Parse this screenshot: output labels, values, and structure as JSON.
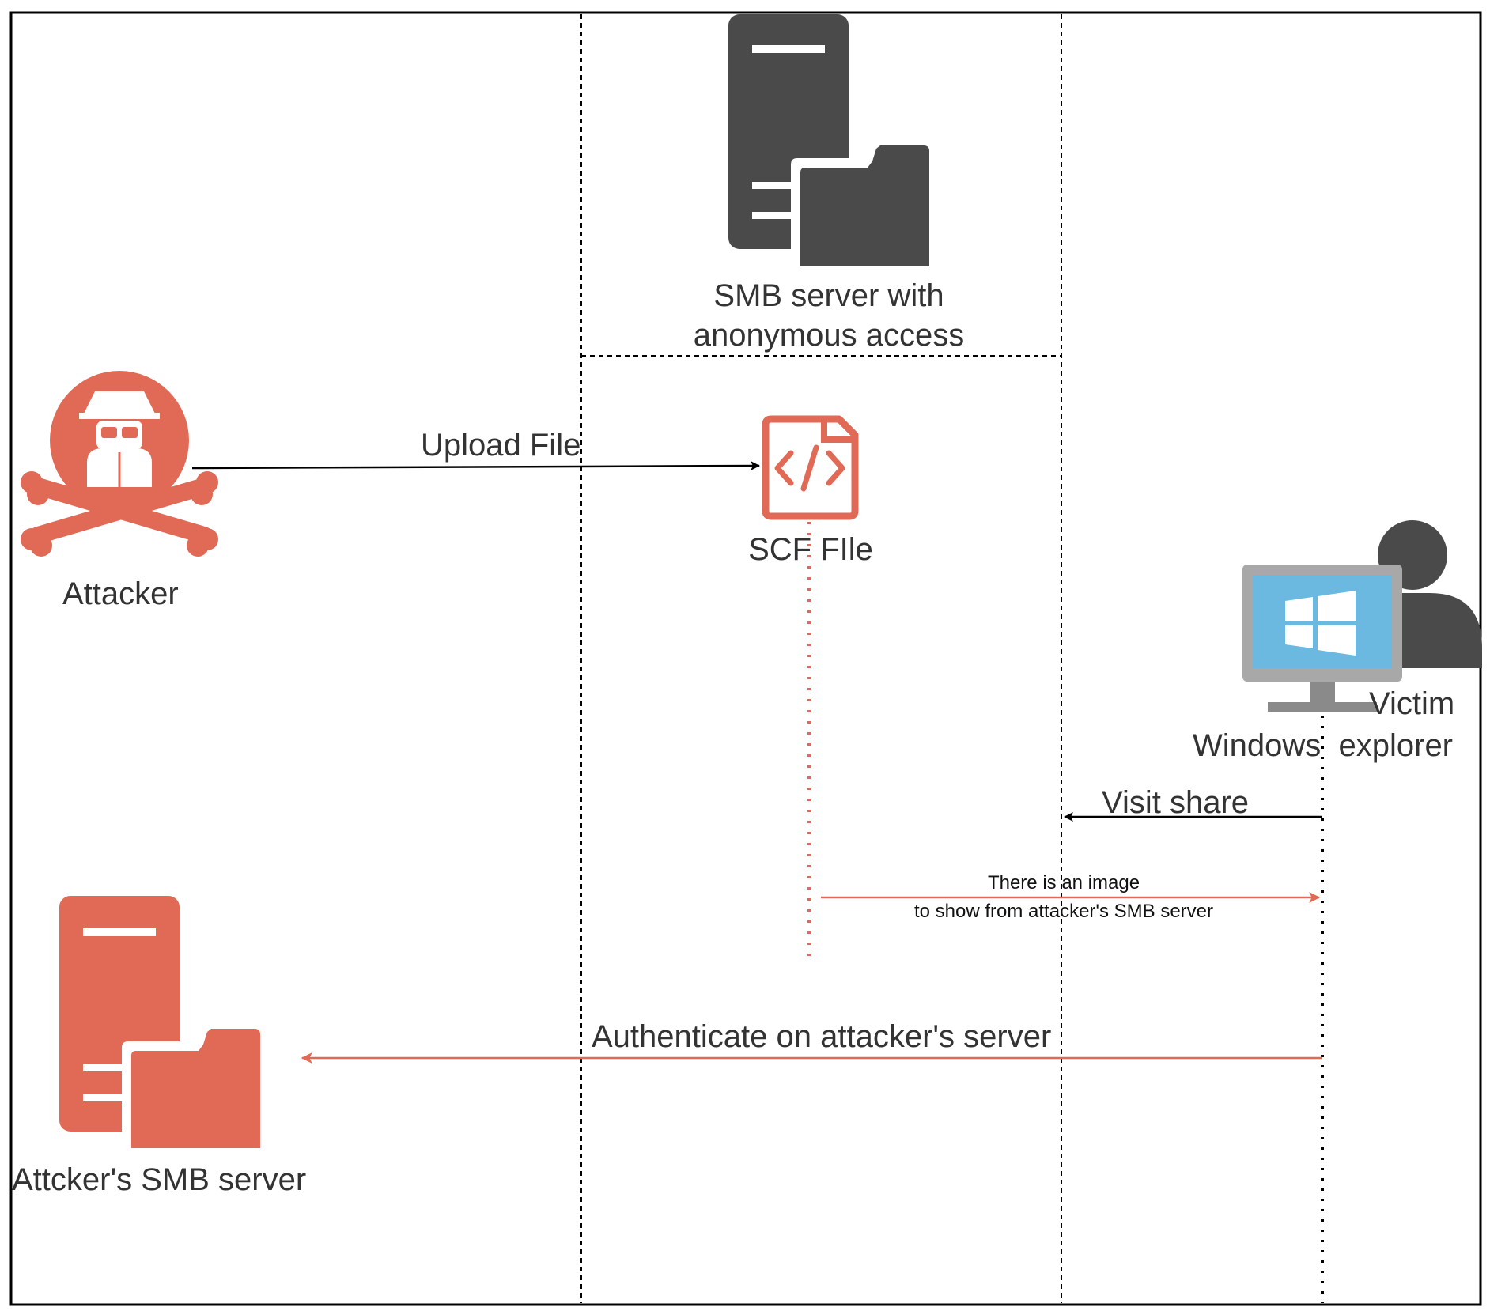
{
  "colors": {
    "accent": "#E06A55",
    "dark": "#4A4A4A",
    "text": "#333333",
    "screen": "#6BB8E0"
  },
  "icons": {
    "attacker": "hacker-skull-icon",
    "smb_server": "server-folder-icon",
    "scf_file": "code-file-icon",
    "victim": "windows-pc-user-icon",
    "attacker_server": "server-folder-icon"
  },
  "nodes": {
    "smb_server": {
      "line1": "SMB server with",
      "line2": "anonymous access"
    },
    "attacker": {
      "label": "Attacker"
    },
    "scf_file": {
      "label": "SCF FIle"
    },
    "victim": {
      "label": "Victim",
      "sublabel": "Windows  explorer"
    },
    "attacker_server": {
      "label": "Attcker's SMB server"
    }
  },
  "edges": {
    "upload": "Upload File",
    "visit": "Visit share",
    "image_line1": "There is an image",
    "image_line2": "to show from attacker's SMB server",
    "authenticate": "Authenticate on attacker's server"
  }
}
